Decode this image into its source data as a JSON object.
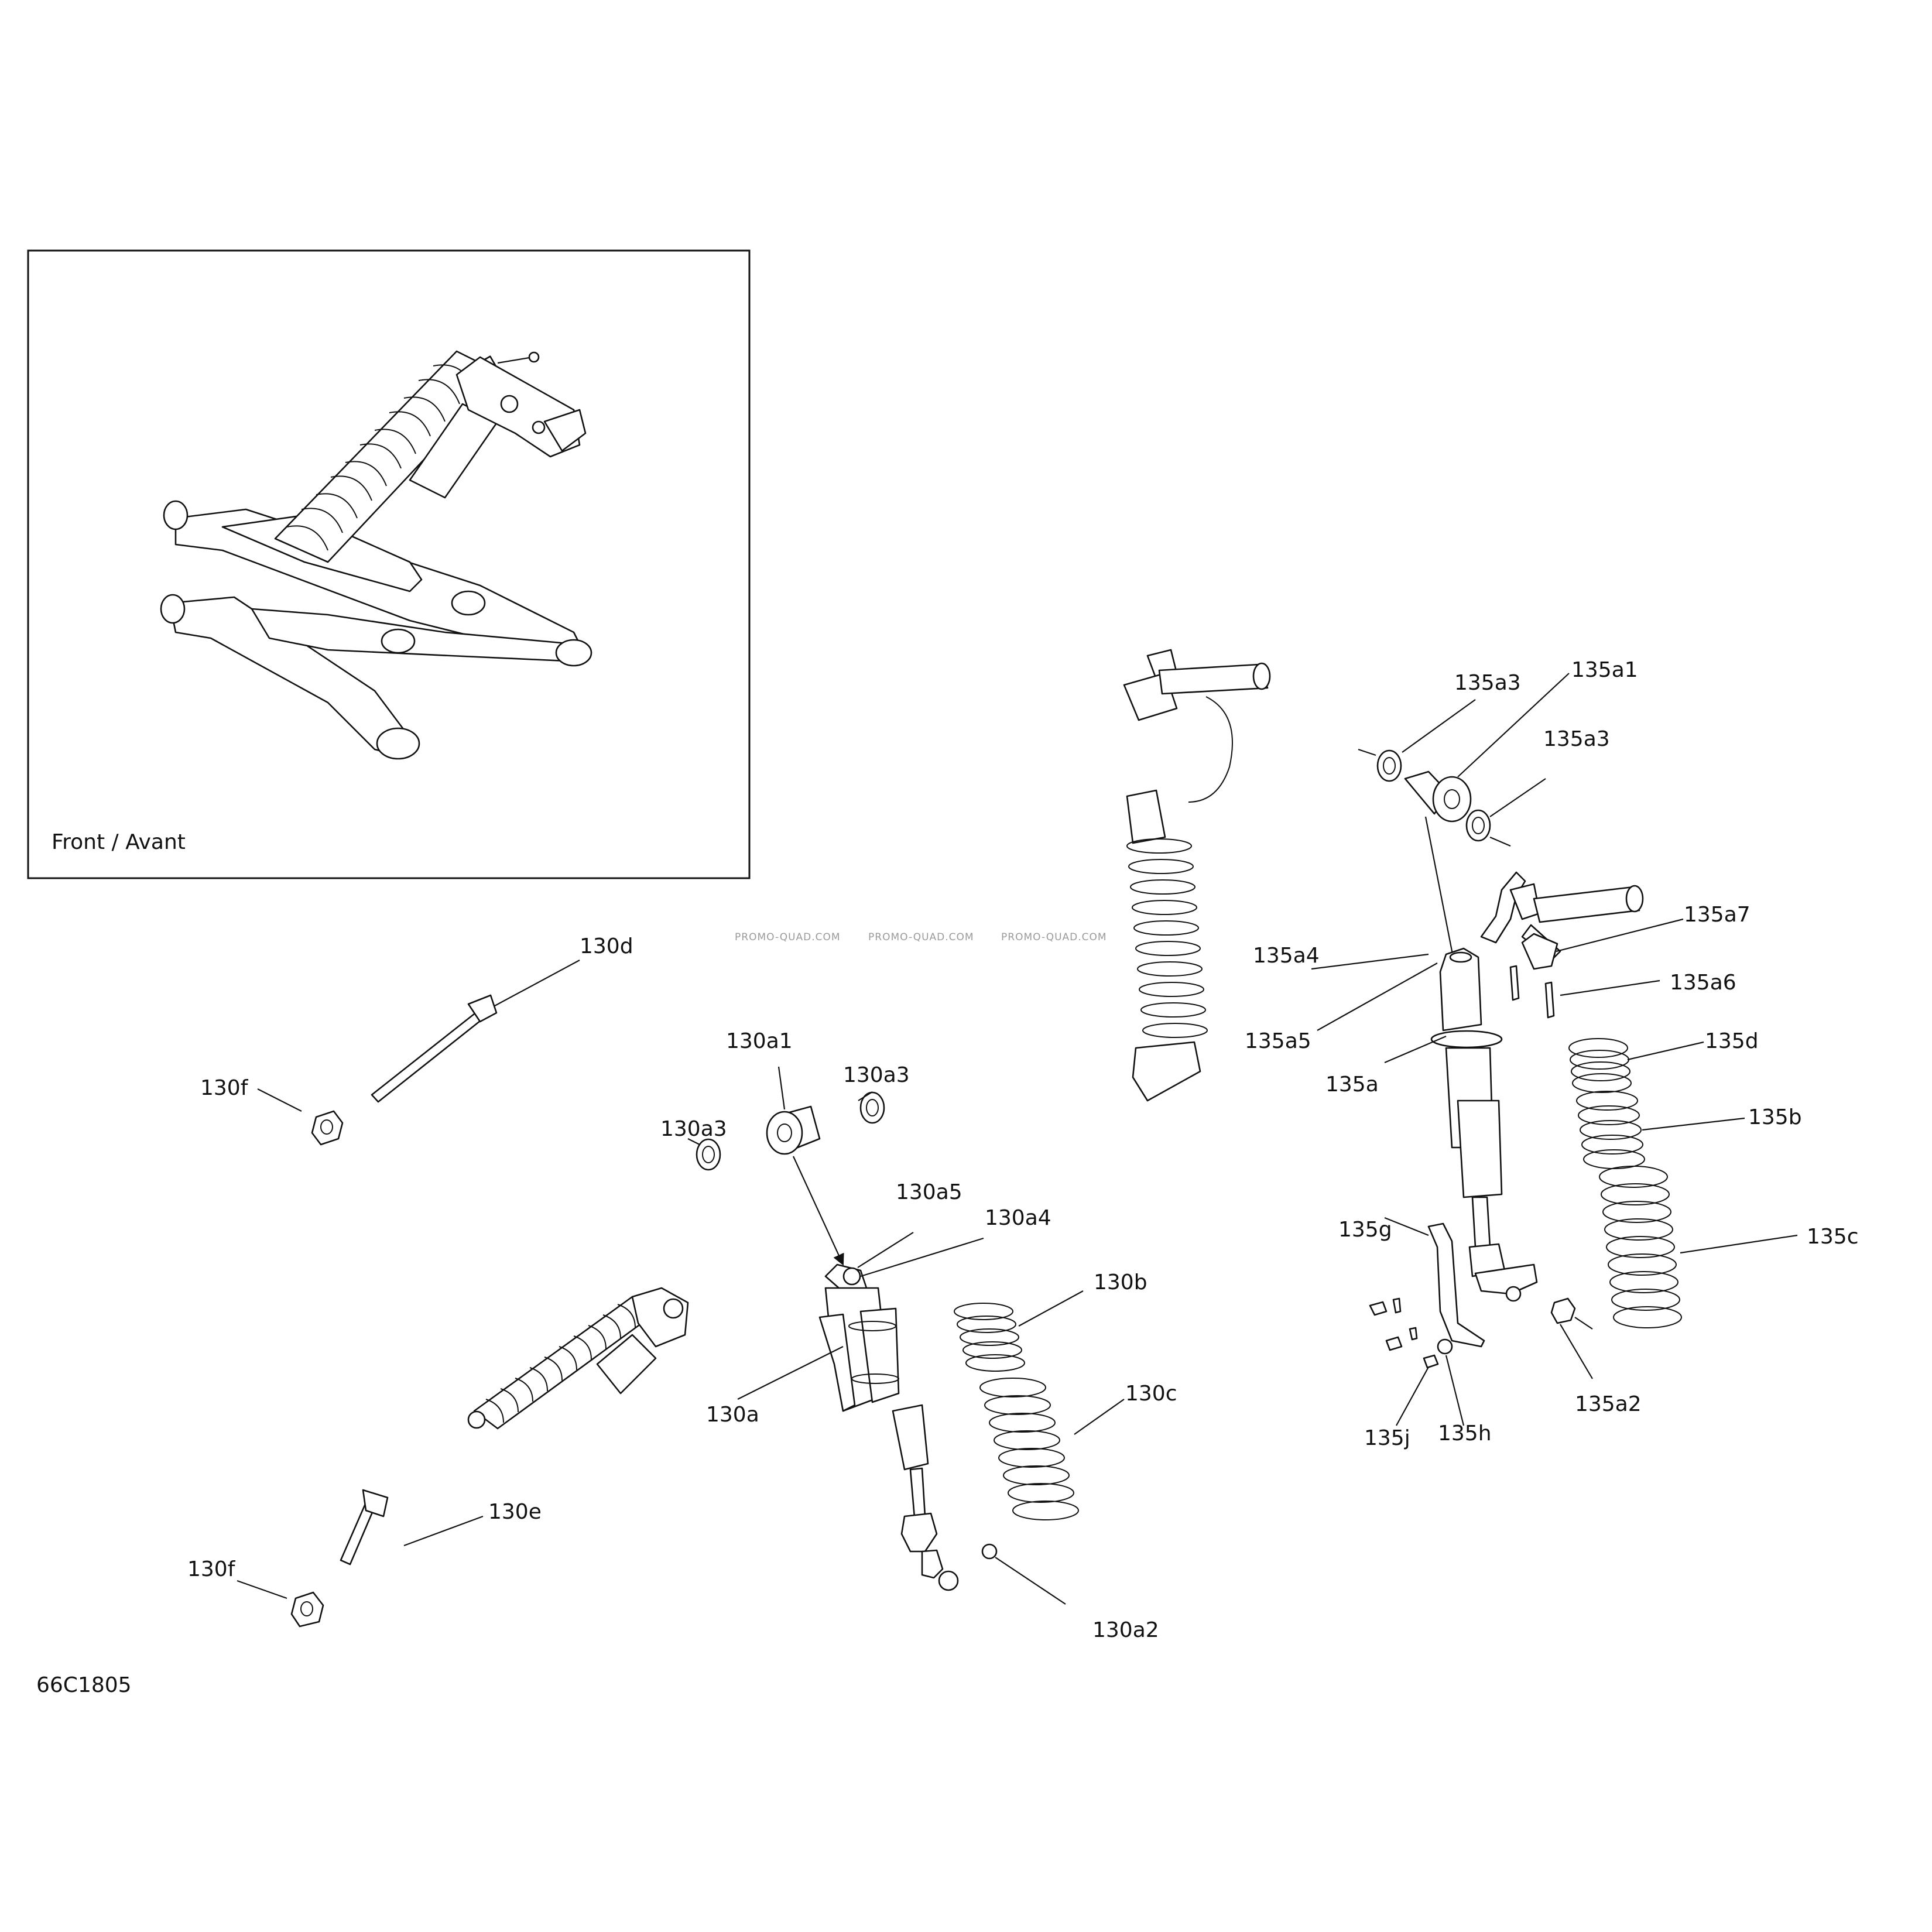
{
  "inset": {
    "caption": "Front / Avant"
  },
  "diagram_code": "66C1805",
  "watermark": [
    "PROMO-QUAD.COM",
    "PROMO-QUAD.COM",
    "PROMO-QUAD.COM"
  ],
  "callouts": {
    "c130d": "130d",
    "c130f_top": "130f",
    "c130a1": "130a1",
    "c130a3_right": "130a3",
    "c130a3_left": "130a3",
    "c130a5": "130a5",
    "c130a4": "130a4",
    "c130b": "130b",
    "c130a": "130a",
    "c130c": "130c",
    "c130e": "130e",
    "c130f_bottom": "130f",
    "c130a2": "130a2",
    "c135a3_top": "135a3",
    "c135a1": "135a1",
    "c135a3_right": "135a3",
    "c135a7": "135a7",
    "c135a4": "135a4",
    "c135a6": "135a6",
    "c135a5": "135a5",
    "c135d": "135d",
    "c135a": "135a",
    "c135b": "135b",
    "c135g": "135g",
    "c135c": "135c",
    "c135j": "135j",
    "c135h": "135h",
    "c135a2": "135a2"
  }
}
